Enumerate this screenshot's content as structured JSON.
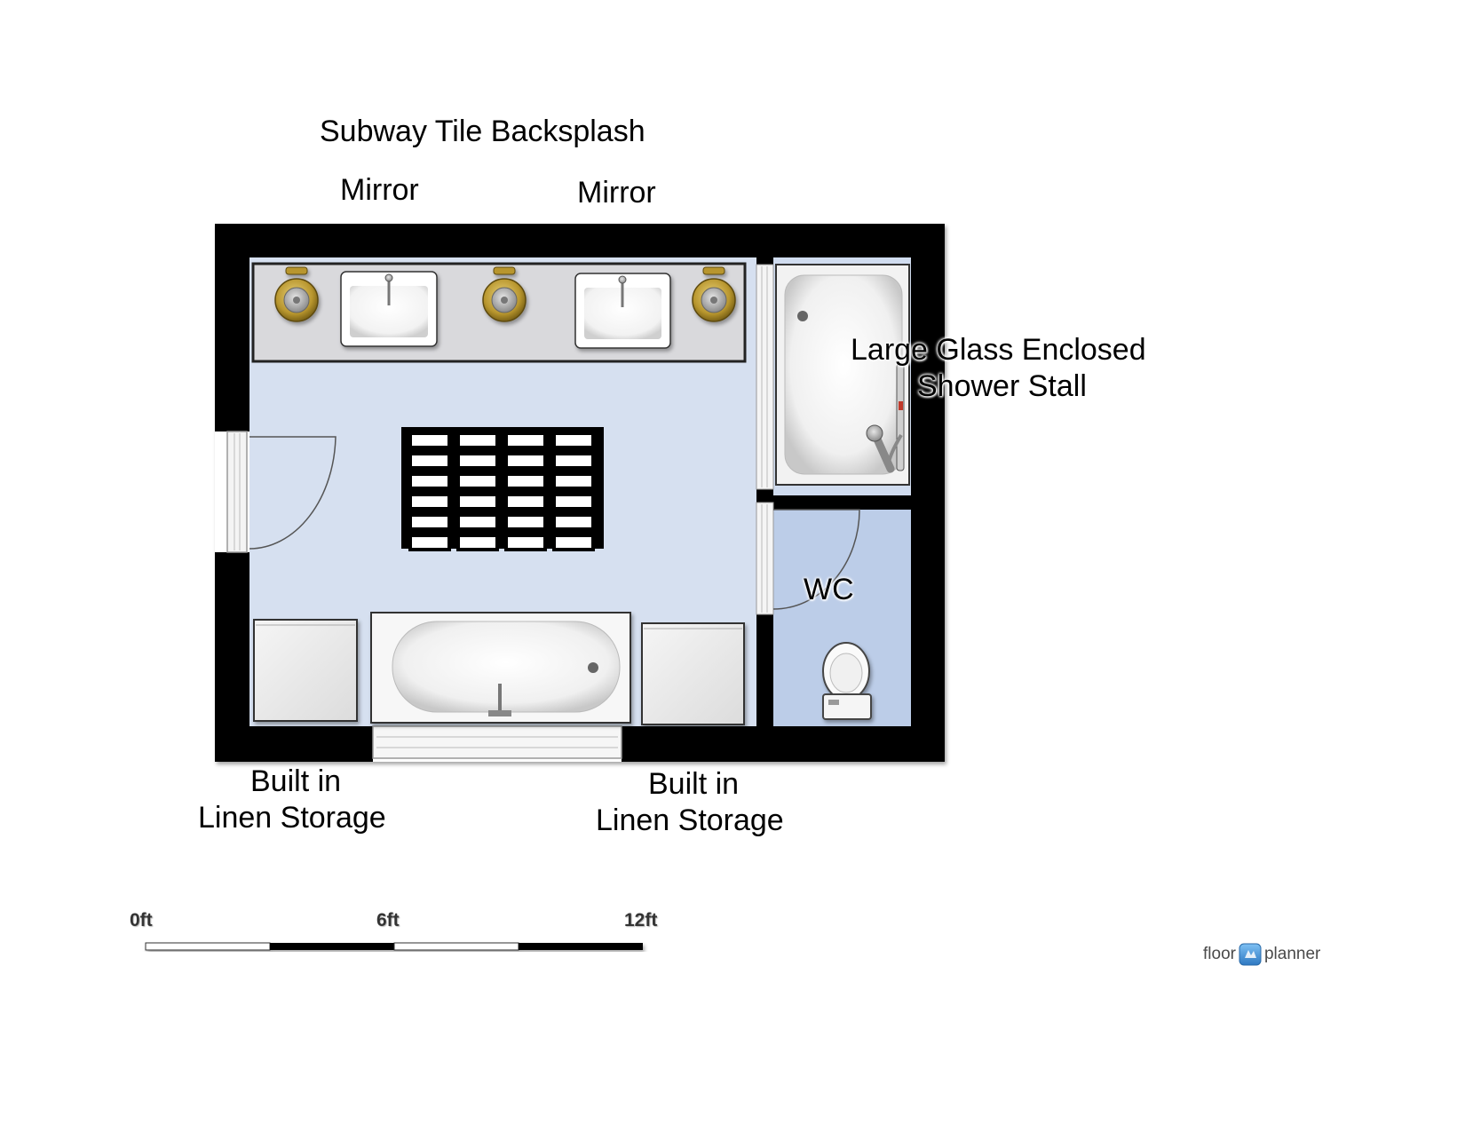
{
  "title": "Subway Tile Backsplash",
  "labels": {
    "mirror_left": "Mirror",
    "mirror_right": "Mirror",
    "shower": [
      "Large Glass Enclosed",
      "Shower Stall"
    ],
    "wc": "WC",
    "linen_left": [
      "Built in",
      "Linen Storage"
    ],
    "linen_right": [
      "Built in",
      "Linen Storage"
    ]
  },
  "scale": {
    "ticks": [
      "0ft",
      "6ft",
      "12ft"
    ]
  },
  "brand": {
    "left": "floor",
    "right": "planner",
    "icon": "floorplanner-logo-icon"
  },
  "colors": {
    "wall": "#000000",
    "main_floor": "#d6e0f0",
    "wc_floor": "#bccde8",
    "counter": "#d9d9dc",
    "brass": "#b8962e",
    "logo": "#3f8fd0"
  },
  "icons": [
    "sink-icon",
    "faucet-icon",
    "shower-tray-icon",
    "shower-head-icon",
    "toilet-icon",
    "bathtub-icon",
    "floor-vent-icon",
    "door-swing-icon"
  ]
}
